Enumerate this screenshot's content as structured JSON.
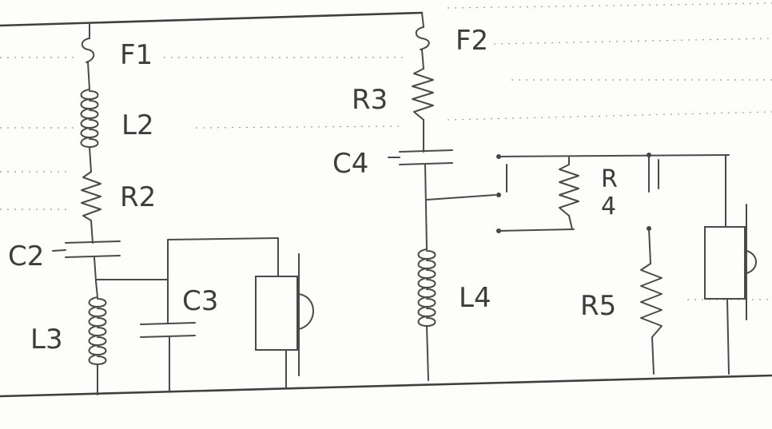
{
  "components": {
    "F1": "F1",
    "F2": "F2",
    "L2": "L2",
    "R2": "R2",
    "C2": "C2",
    "C3": "C3",
    "L3": "L3",
    "R3": "R3",
    "C4": "C4",
    "L4": "L4",
    "R4a": "R",
    "R4b": "4",
    "R5": "R5"
  }
}
